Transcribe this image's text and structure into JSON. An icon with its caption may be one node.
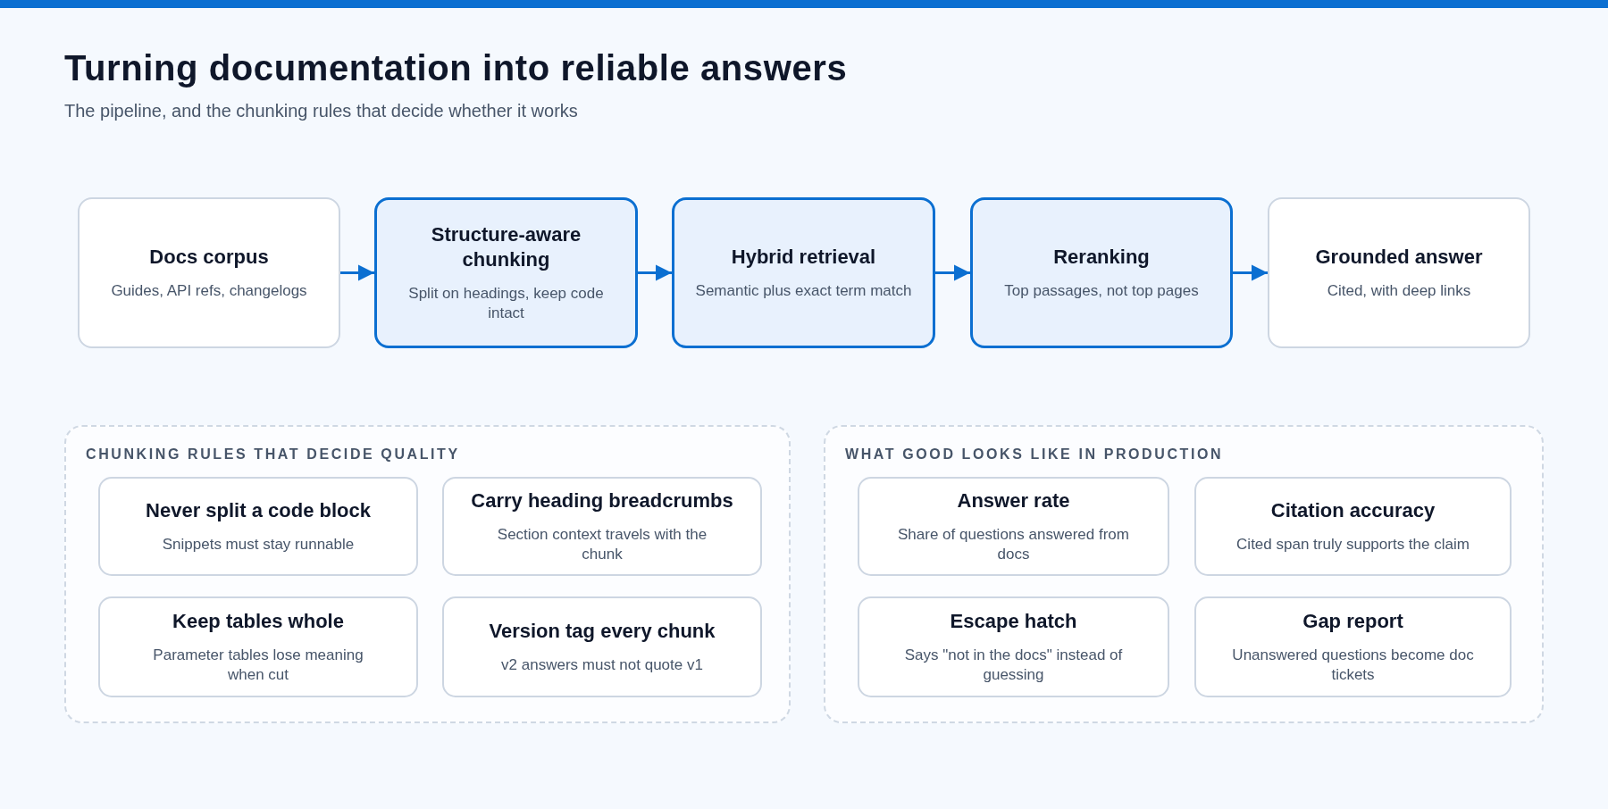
{
  "diagram": {
    "title": "Turning documentation into reliable answers",
    "caption": "The pipeline, and the chunking rules that decide whether it works",
    "nodes": [
      {
        "text": [
          "Docs corpus",
          "Guides, API refs, changelogs"
        ]
      },
      {
        "text": [
          "Structure-aware chunking",
          "Split on headings, keep code intact"
        ]
      },
      {
        "text": [
          "Hybrid retrieval",
          "Semantic plus exact term match"
        ]
      },
      {
        "text": [
          "Reranking",
          "Top passages, not top pages"
        ]
      },
      {
        "text": [
          "Grounded answer",
          "Cited, with deep links"
        ]
      },
      {
        "text": [
          "CHUNKING RULES THAT DECIDE QUALITY"
        ]
      },
      {
        "text": [
          "Never split a code block",
          "Snippets must stay runnable"
        ],
        "in": 5
      },
      {
        "text": [
          "Carry heading breadcrumbs",
          "Section context travels with the chunk"
        ],
        "in": 5
      },
      {
        "text": [
          "Keep tables whole",
          "Parameter tables lose meaning when cut"
        ],
        "in": 5
      },
      {
        "text": [
          "Version tag every chunk",
          "v2 answers must not quote v1"
        ],
        "in": 5
      },
      {
        "text": [
          "WHAT GOOD LOOKS LIKE IN PRODUCTION"
        ]
      },
      {
        "text": [
          "Answer rate",
          "Share of questions answered from docs"
        ],
        "in": 10
      },
      {
        "text": [
          "Citation accuracy",
          "Cited span truly supports the claim"
        ],
        "in": 10
      },
      {
        "text": [
          "Escape hatch",
          "Says \"not in the docs\" instead of guessing"
        ],
        "in": 10
      },
      {
        "text": [
          "Gap report",
          "Unanswered questions become doc tickets"
        ],
        "in": 10
      }
    ],
    "edges": [
      {
        "from": 0,
        "to": 1,
        "arrow": "to"
      },
      {
        "from": 1,
        "to": 2,
        "arrow": "to"
      },
      {
        "from": 2,
        "to": 3,
        "arrow": "to"
      },
      {
        "from": 3,
        "to": 4,
        "arrow": "to"
      }
    ]
  }
}
